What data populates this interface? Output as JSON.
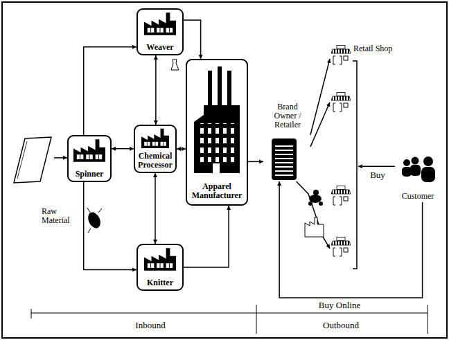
{
  "diagram": {
    "nodes": [
      {
        "text": [
          "Raw Material"
        ]
      },
      {
        "text": [
          "Spinner"
        ]
      },
      {
        "text": [
          "Weaver"
        ]
      },
      {
        "text": [
          "Chemical Processor"
        ]
      },
      {
        "text": [
          "Knitter"
        ]
      },
      {
        "text": [
          "Apparel Manufacturer"
        ]
      },
      {
        "text": [
          "Brand Owner / Retailer"
        ]
      },
      {
        "text": [
          "Retail Shop"
        ]
      },
      {
        "text": [
          "Customer"
        ]
      }
    ],
    "edges": [
      {
        "from": 0,
        "to": 1,
        "arrow": "to"
      },
      {
        "from": 1,
        "to": 2,
        "arrow": "to"
      },
      {
        "from": 1,
        "to": 4,
        "arrow": "to"
      },
      {
        "from": 2,
        "to": 3,
        "arrow": "both"
      },
      {
        "from": 3,
        "to": 4,
        "arrow": "both"
      },
      {
        "from": 1,
        "to": 3,
        "arrow": "both"
      },
      {
        "from": 3,
        "to": 5,
        "arrow": "both"
      },
      {
        "from": 2,
        "to": 5,
        "arrow": "to"
      },
      {
        "from": 4,
        "to": 5,
        "arrow": "to"
      },
      {
        "from": 5,
        "to": 6,
        "arrow": "to"
      },
      {
        "from": 6,
        "to": 7,
        "arrow": "to"
      },
      {
        "from": 6,
        "to": 7,
        "arrow": "to"
      },
      {
        "from": 6,
        "to": 7,
        "arrow": "to"
      },
      {
        "from": 8,
        "to": 7,
        "label": "Buy",
        "arrow": "to"
      },
      {
        "from": 8,
        "to": 6,
        "label": "Buy Online",
        "arrow": "to"
      }
    ],
    "labels": [
      "Inbound",
      "Outbound"
    ]
  }
}
